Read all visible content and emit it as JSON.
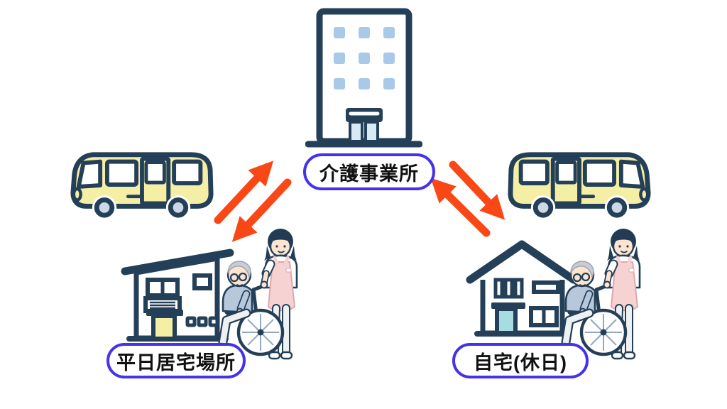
{
  "diagram": {
    "nodes": [
      {
        "id": "care-office",
        "label": "介護事業所",
        "icon": "office-building-icon",
        "position": "top-center"
      },
      {
        "id": "weekday-residence",
        "label": "平日居宅場所",
        "icon": "house-icon",
        "position": "bottom-left"
      },
      {
        "id": "home-holiday",
        "label": "自宅(休日)",
        "icon": "house-icon",
        "position": "bottom-right"
      }
    ],
    "connections": [
      {
        "from": "weekday-residence",
        "to": "care-office",
        "style": "double-orange-arrows",
        "direction": "bidirectional"
      },
      {
        "from": "care-office",
        "to": "home-holiday",
        "style": "double-orange-arrows",
        "direction": "bidirectional"
      }
    ],
    "decorations": [
      "shuttle-bus-icon-left",
      "shuttle-bus-icon-right",
      "caregiver-wheelchair-icon-left",
      "caregiver-wheelchair-icon-right"
    ]
  },
  "colors": {
    "background": "#ffffff",
    "outline_navy": "#243f58",
    "window_blue": "#a9c9e9",
    "entrance_pane": "#d8eaf4",
    "bus_yellow": "#f5efa5",
    "wheel_hub_gray": "#ccd9e4",
    "arrow_orange": "#fa4716",
    "label_border_blue": "#4433ea",
    "label_text": "#111111",
    "apron_pink": "#f6d2d3",
    "cardigan_blue": "#b7c8db",
    "hair_gray": "#c8ccd4",
    "skin": "#fce4cf",
    "door_yellow": "#f5efa5",
    "door_teal": "#a8dce3",
    "pants_gray": "#eef1f4"
  }
}
